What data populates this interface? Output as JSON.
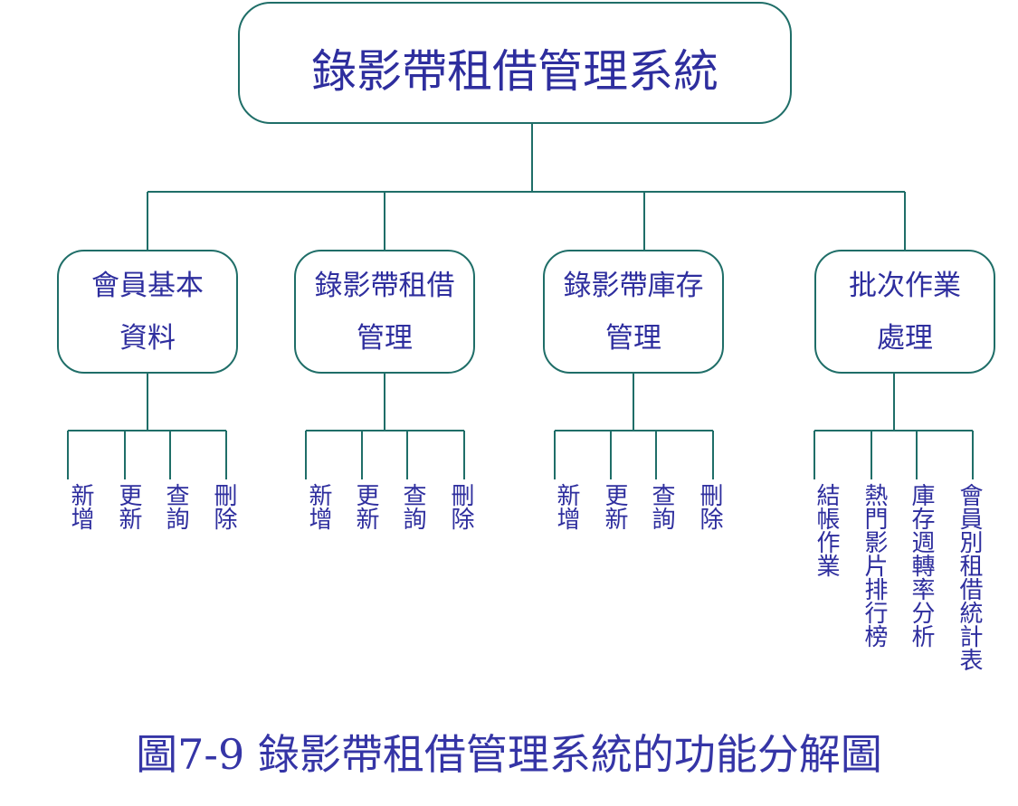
{
  "title": "錄影帶租借管理系統",
  "modules": [
    {
      "line1": "會員基本",
      "line2": "資料",
      "items": [
        "新增",
        "更新",
        "查詢",
        "刪除"
      ]
    },
    {
      "line1": "錄影帶租借",
      "line2": "管理",
      "items": [
        "新增",
        "更新",
        "查詢",
        "刪除"
      ]
    },
    {
      "line1": "錄影帶庫存",
      "line2": "管理",
      "items": [
        "新增",
        "更新",
        "查詢",
        "刪除"
      ]
    },
    {
      "line1": "批次作業",
      "line2": "處理",
      "items": [
        "結帳作業",
        "熱門影片排行榜",
        "庫存週轉率分析",
        "會員別租借統計表"
      ]
    }
  ],
  "caption": "圖7-9 錄影帶租借管理系統的功能分解圖",
  "colors": {
    "line": "#1f6e68",
    "text": "#2e2e9e"
  }
}
